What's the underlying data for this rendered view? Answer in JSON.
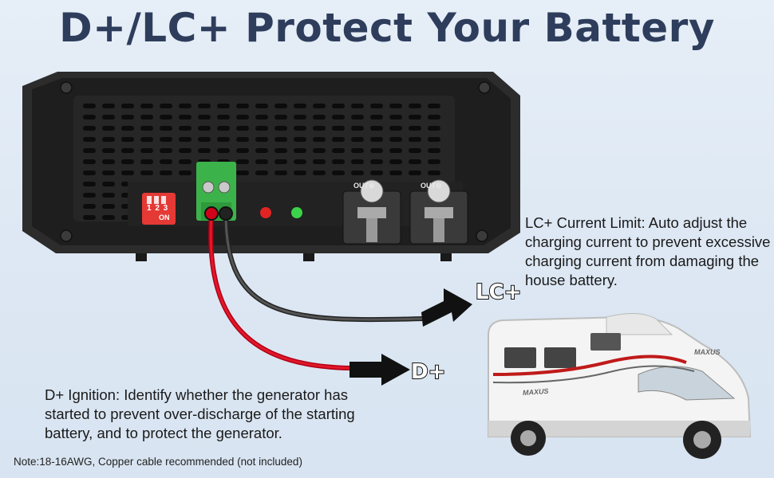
{
  "header": {
    "title": "D+/LC+ Protect Your Battery"
  },
  "callouts": {
    "lc_tag": "LC+",
    "lc_description": "LC+ Current Limit: Auto adjust the charging current to prevent excessive charging current from damaging the house battery.",
    "d_tag": "D+",
    "d_description": "D+ Ignition: Identify whether the generator has started to prevent over-discharge of the starting battery, and to protect the generator."
  },
  "device": {
    "dip_switch_numbers": "1 2 3",
    "dip_switch_on": "ON",
    "terminal_out_positive": "OUT⊕",
    "terminal_out_negative": "OUT⊖"
  },
  "vehicle": {
    "brand_front": "MAXUS",
    "brand_side": "MAXUS"
  },
  "footer": {
    "note": "Note:18-16AWG, Copper cable recommended (not included)"
  },
  "colors": {
    "title": "#2e3d5c",
    "background": "#dfe8f3",
    "device_body": "#2a2a2a",
    "connector": "#3cb34a",
    "dip_switch": "#e53935",
    "wire_red": "#d0021b",
    "wire_black": "#3a3a3a"
  },
  "icons": [
    "red-led-icon",
    "green-led-icon",
    "arrow-right-icon",
    "screw-icon"
  ]
}
